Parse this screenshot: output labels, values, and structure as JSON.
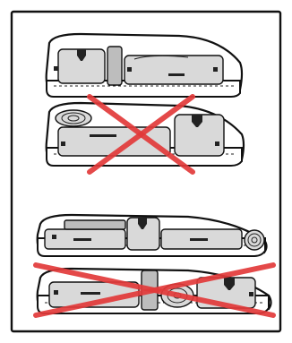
{
  "diagram": {
    "panels": [
      {
        "id": "top",
        "rows": [
          {
            "verdict": "correct"
          },
          {
            "verdict": "incorrect"
          }
        ]
      },
      {
        "id": "bottom",
        "rows": [
          {
            "verdict": "correct"
          },
          {
            "verdict": "incorrect"
          }
        ]
      }
    ],
    "colors": {
      "frame": "#111111",
      "bag_fill": "#d9d9d9",
      "cross": "#e23a3a"
    }
  }
}
